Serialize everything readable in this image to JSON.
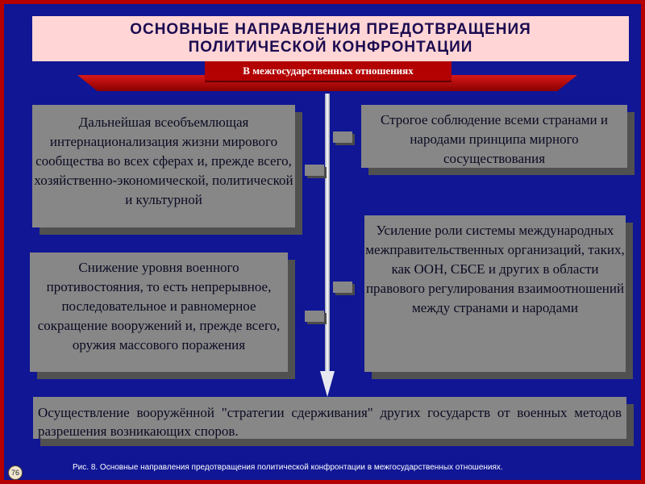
{
  "title": "ОСНОВНЫЕ НАПРАВЛЕНИЯ ПРЕДОТВРАЩЕНИЯ\nПОЛИТИЧЕСКОЙ КОНФРОНТАЦИИ",
  "banner": "В межгосударственных отношениях",
  "boxes": {
    "left_top": "Дальнейшая всеобъемлющая интернационализация жизни мирового сообщества во всех сферах и, прежде всего, хозяйственно-экономической, политической и культурной",
    "right_top": "Строгое соблюдение всеми странами и народами принципа мирного сосуществования",
    "left_bottom": "Снижение уровня военного противостояния, то есть непрерывное, последовательное и равномерное сокращение вооружений и, прежде всего, оружия массового поражения",
    "right_bottom": "Усиление роли системы международных межправительственных организаций, таких, как ООН, СБСЕ и других в области правового регулирования взаимоотношений между странами и народами",
    "bottom": "Осуществление вооружённой \"стратегии сдерживания\" других государств от военных методов разрешения возникающих споров."
  },
  "caption": "Рис. 8. Основные направления предотвращения политической конфронтации в межгосударственных отношениях.",
  "page_number": "76"
}
